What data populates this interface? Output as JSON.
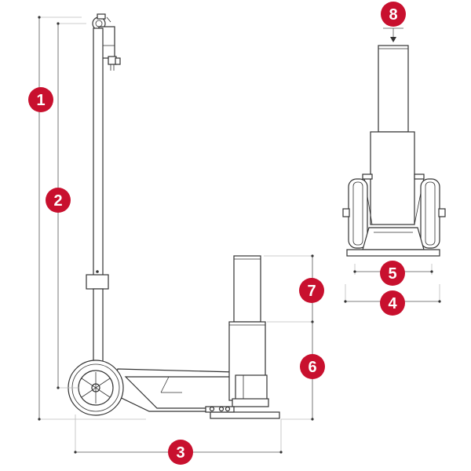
{
  "accent_color": "#c8102e",
  "callouts": [
    {
      "id": "1",
      "label": "1"
    },
    {
      "id": "2",
      "label": "2"
    },
    {
      "id": "3",
      "label": "3"
    },
    {
      "id": "4",
      "label": "4"
    },
    {
      "id": "5",
      "label": "5"
    },
    {
      "id": "6",
      "label": "6"
    },
    {
      "id": "7",
      "label": "7"
    },
    {
      "id": "8",
      "label": "8"
    }
  ]
}
